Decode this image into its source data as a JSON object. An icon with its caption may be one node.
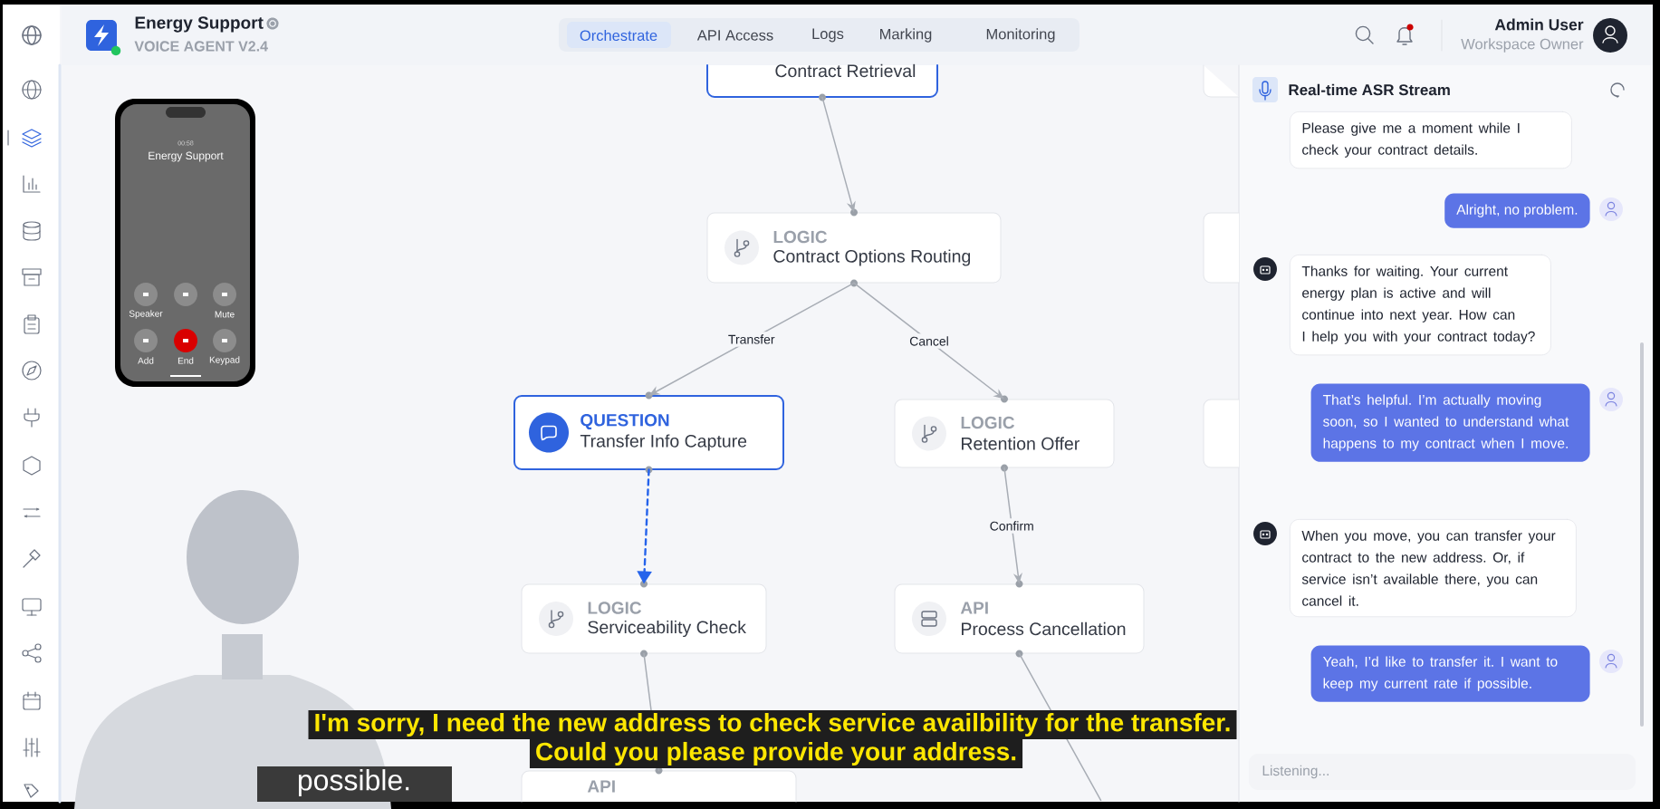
{
  "diagram": {
    "nodes": [
      {
        "text": [
          "Contract Retrieval"
        ]
      },
      {
        "text": [
          "LOGIC",
          "Contract Options Routing"
        ]
      },
      {
        "text": [
          "QUESTION",
          "Transfer Info Capture"
        ]
      },
      {
        "text": [
          "LOGIC",
          "Retention Offer"
        ]
      },
      {
        "text": [
          "LOGIC",
          "Serviceability Check"
        ]
      },
      {
        "text": [
          "API",
          "Process Cancellation"
        ]
      },
      {
        "text": [
          "API"
        ]
      },
      {
        "text": [],
        "shape": "box"
      },
      {
        "text": [],
        "shape": "box"
      },
      {
        "text": [],
        "shape": "box"
      }
    ],
    "edges": [
      {
        "from": 0,
        "to": 1,
        "arrow": "to"
      },
      {
        "from": 1,
        "to": 2,
        "arrow": "to",
        "label": "Transfer"
      },
      {
        "from": 1,
        "to": 3,
        "arrow": "to",
        "label": "Cancel"
      },
      {
        "from": 2,
        "to": 4,
        "arrow": "to",
        "style": "dashed",
        "color": "#2563eb"
      },
      {
        "from": 3,
        "to": 5,
        "arrow": "to",
        "label": "Confirm"
      },
      {
        "from": 4,
        "to": 6,
        "arrow": "none"
      },
      {
        "from": 5,
        "to": null,
        "arrow": "none"
      }
    ],
    "labels": [
      "Energy Support",
      "VOICE AGENT V2.4",
      "Orchestrate",
      "API Access",
      "Logs",
      "Marking",
      "Monitoring",
      "Admin User",
      "Workspace Owner",
      "00:58",
      "Energy Support",
      "Speaker",
      "Mute",
      "Add",
      "End",
      "Keypad",
      "Real-time ASR Stream",
      "Please give me a moment while I check your contract details.",
      "Alright, no problem.",
      "Thanks for waiting. Your current energy plan is active and will continue into next year. How can I help you with your contract today?",
      "That’s helpful. I’m actually moving soon, so I wanted to understand what happens to my contract when I move.",
      "When you move, you can transfer your contract to the new address. Or, if service isn’t available there, you can cancel it.",
      "Yeah, I’d like to transfer it. I want to keep my current rate if possible.",
      "Listening...",
      "I'm sorry, I need the new address to check service availbility for the transfer.",
      "Could you please provide your address.",
      "possible."
    ]
  }
}
